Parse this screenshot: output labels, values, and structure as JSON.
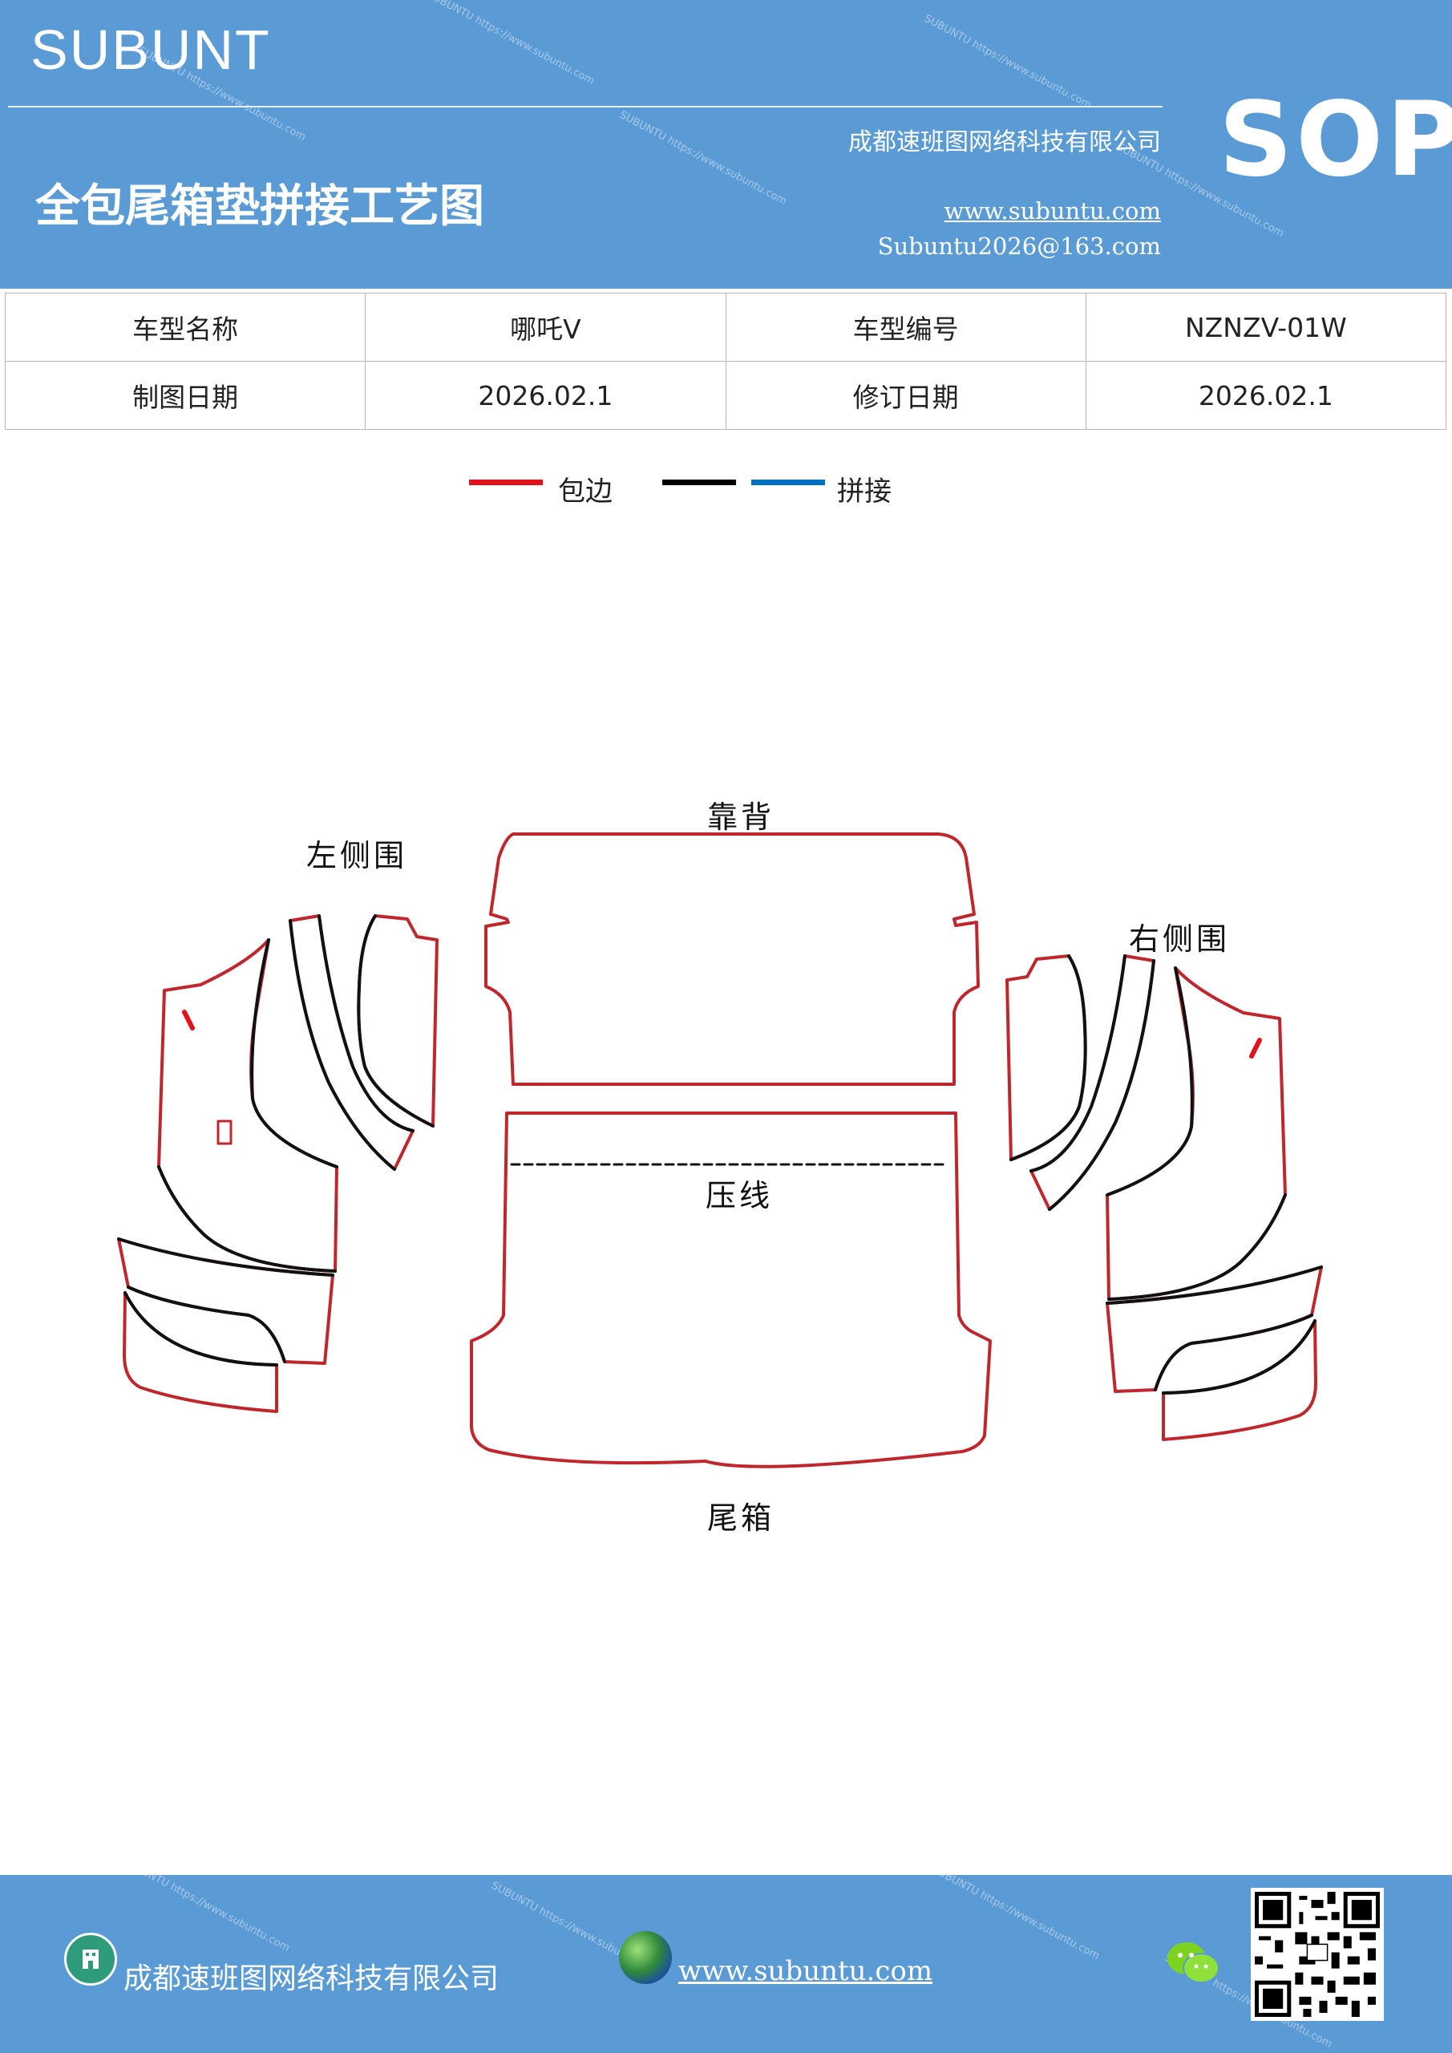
{
  "header": {
    "brand": "SUBUNT",
    "title": "全包尾箱垫拼接工艺图",
    "company": "成都速班图网络科技有限公司",
    "website": "www.subuntu.com",
    "email": "Subuntu2026@163.com",
    "badge": "SOP"
  },
  "info_table": {
    "model_name_label": "车型名称",
    "model_name_value": "哪吒V",
    "model_code_label": "车型编号",
    "model_code_value": "NZNZV-01W",
    "drawing_date_label": "制图日期",
    "drawing_date_value": "2026.02.1",
    "revision_date_label": "修订日期",
    "revision_date_value": "2026.02.1"
  },
  "legend": {
    "edging_label": "包边",
    "splice_label": "拼接",
    "colors": {
      "edging": "#e3131b",
      "black": "#000000",
      "splice": "#0070c0"
    }
  },
  "diagram": {
    "backrest_label": "靠背",
    "left_side_label": "左侧围",
    "right_side_label": "右侧围",
    "crease_label": "压线",
    "trunk_label": "尾箱",
    "colors": {
      "edge": "#c0272d",
      "seam": "#111111"
    }
  },
  "footer": {
    "company": "成都速班图网络科技有限公司",
    "website": "www.subuntu.com",
    "watermark": "SUBUNTU https://www.subuntu.com"
  }
}
